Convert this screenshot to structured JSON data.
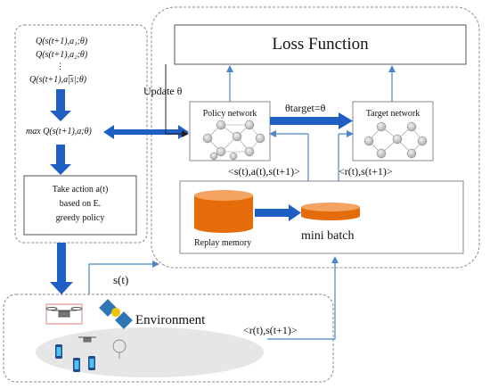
{
  "left_panel": {
    "q_lines": [
      "Q(s(t+1),a₁;θ)",
      "Q(s(t+1),a₂;θ)",
      "⋮",
      "Q(s(t+1),a|̅s|;θ)"
    ],
    "max_label": "max Q(s(t+1),a;θ)",
    "action_box": [
      "Take action a(t)",
      "based on E.",
      "greedy policy"
    ]
  },
  "loss_function": "Loss Function",
  "update_label": "Update θ",
  "policy_network": "Policy network",
  "target_network": "Target network",
  "theta_target": "θtarget=θ",
  "tuple_sas": "<s(t),a(t),s(t+1)>",
  "tuple_rs_top": "<r(t),s(t+1)>",
  "replay_memory": "Replay memory",
  "mini_batch": "mini batch",
  "state_label": "s(t)",
  "environment_label": "Environment",
  "tuple_rs_bottom": "<r(t),s(t+1)>",
  "colors": {
    "arrow_blue": "#1f5fc4",
    "line_blue": "#4a86c8",
    "cylinder_orange": "#e46c0a",
    "cylinder_top": "#f4a460",
    "dashed_border": "#8a8a8a",
    "node_gray": "#bfbfbf"
  }
}
